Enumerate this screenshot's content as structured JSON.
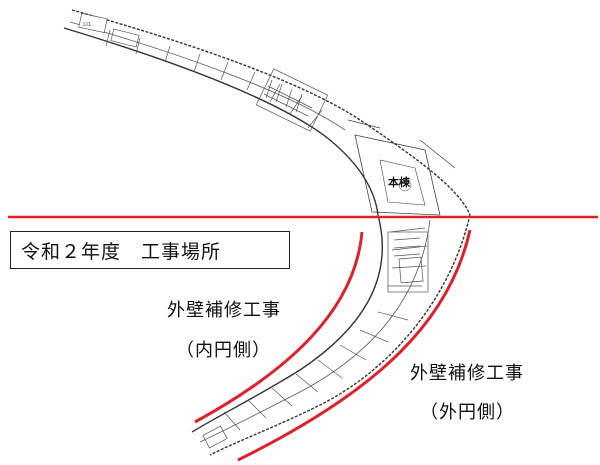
{
  "building_label": "本棟",
  "project_title": "令和２年度　工事場所",
  "inner_work": {
    "line1": "外壁補修工事",
    "line2": "（内円側）"
  },
  "outer_work": {
    "line1": "外壁補修工事",
    "line2": "（外円側）"
  },
  "room_tag": "ﾛｽ1",
  "colors": {
    "marker": "#e0202a",
    "ink": "#222222"
  }
}
